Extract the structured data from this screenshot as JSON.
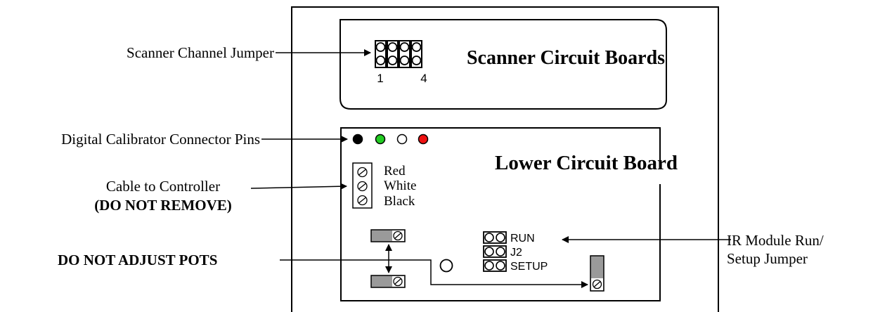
{
  "labels": {
    "scanner_channel_jumper": "Scanner Channel Jumper",
    "scanner_circuit_boards": "Scanner Circuit Boards",
    "jumper_num_1": "1",
    "jumper_num_4": "4",
    "digital_calibrator_pins": "Digital Calibrator Connector Pins",
    "lower_circuit_board": "Lower Circuit Board",
    "cable_to_controller": "Cable to Controller",
    "do_not_remove": "(DO NOT REMOVE)",
    "wire_red": "Red",
    "wire_white": "White",
    "wire_black": "Black",
    "do_not_adjust_pots": "DO NOT ADJUST POTS",
    "jumper_run": "RUN",
    "jumper_j2": "J2",
    "jumper_setup": "SETUP",
    "ir_module_line1": "IR Module Run/",
    "ir_module_line2": "Setup Jumper"
  },
  "colors": {
    "pin_black": "#000000",
    "pin_green": "#22cc22",
    "pin_white": "#ffffff",
    "pin_red": "#ee1111",
    "pot_fill": "#9a9a9a"
  }
}
